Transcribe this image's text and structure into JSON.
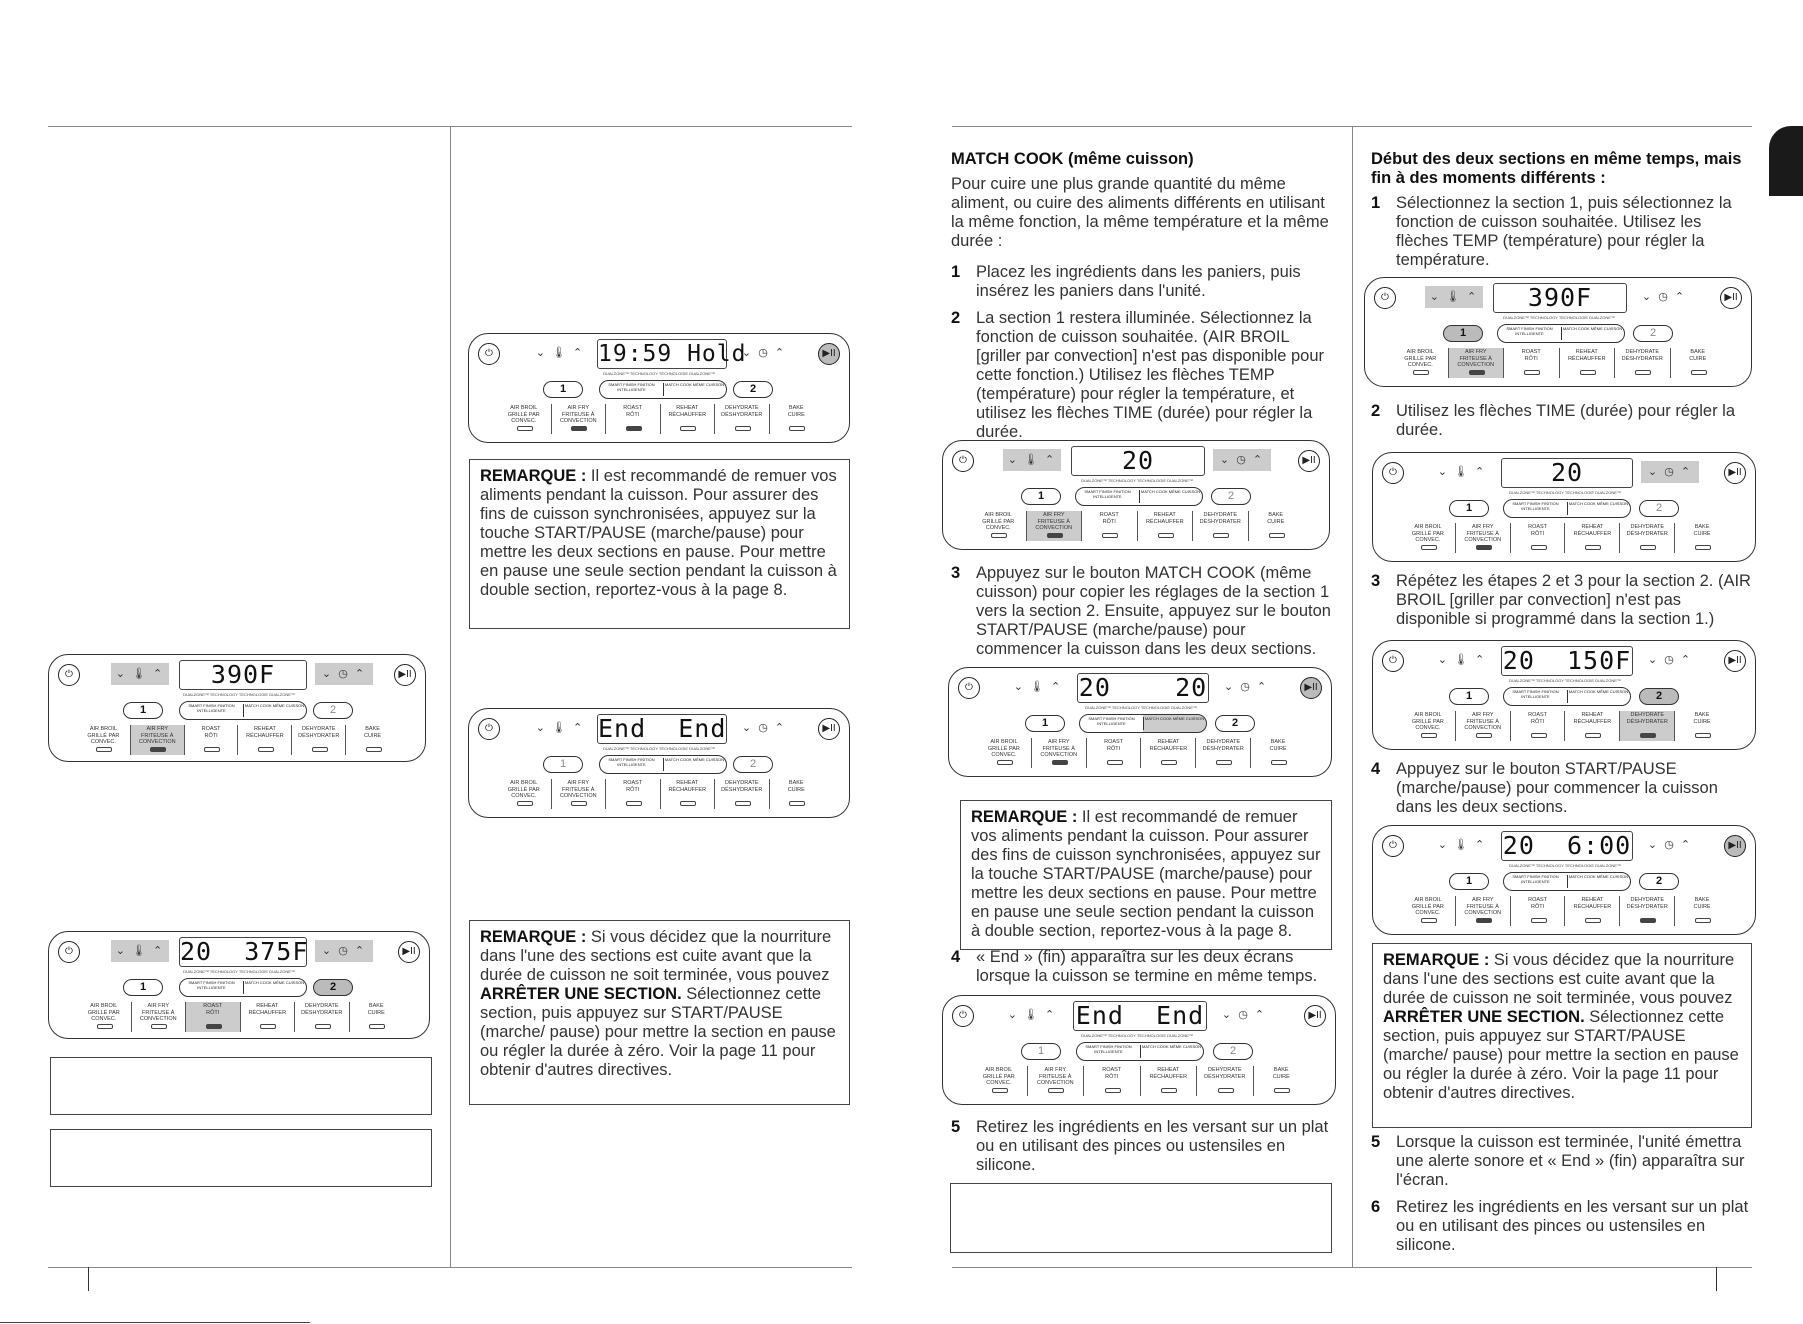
{
  "left_page": {
    "panel_a": {
      "display": "390F",
      "tech": "DUALZONE™ TECHNOLOGY TECHNOLOGIE DUALZONE™",
      "zone1": "1",
      "zone2": "2",
      "smart_finish": "SMART FINISH\nFINITION INTELLIGENTE",
      "match_cook": "MATCH COOK\nMÊME CUISSON",
      "functions": [
        "AIR BROIL\nGRILLÉ PAR\nCONVEC.",
        "AIR FRY\nFRITEUSE À\nCONVECTION",
        "ROAST\nRÔTI",
        "REHEAT\nRÉCHAUFFER",
        "DEHYDRATE\nDÉSHYDRATER",
        "BAKE\nCUIRE"
      ]
    },
    "panel_b": {
      "display": "20  375F"
    },
    "panel_c": {
      "display": "19:59 Hold"
    },
    "panel_d": {
      "display": "End  End"
    },
    "note1": {
      "label": "REMARQUE :",
      "text": " Il est recommandé de remuer vos aliments pendant la cuisson. Pour assurer des fins de cuisson synchronisées, appuyez sur la touche START/PAUSE (marche/pause) pour mettre les deux sections en pause. Pour mettre en pause une seule section pendant la cuisson à double section, reportez-vous à la page 8."
    },
    "note2": {
      "label": "REMARQUE :",
      "text_a": " Si vous décidez que la nourriture dans l'une des sections est cuite avant que la durée de cuisson ne soit terminée, vous pouvez ",
      "bold": "ARRÊTER UNE SECTION.",
      "text_b": " Sélectionnez cette section, puis appuyez sur START/PAUSE (marche/ pause) pour mettre la section en pause ou régler la durée à zéro. Voir la page 11 pour obtenir d'autres directives."
    }
  },
  "match_cook": {
    "heading": "MATCH COOK (même cuisson)",
    "intro": "Pour cuire une plus grande quantité du même aliment, ou cuire des aliments différents en utilisant la même fonction, la même température et la même durée :",
    "step1": {
      "num": "1",
      "text": "Placez les ingrédients dans les paniers, puis insérez les paniers dans l'unité."
    },
    "step2": {
      "num": "2",
      "text": "La section 1 restera illuminée. Sélectionnez la fonction de cuisson souhaitée. (AIR BROIL [griller par convection] n'est pas disponible pour cette fonction.) Utilisez les flèches TEMP (température) pour régler la température, et utilisez les flèches TIME (durée) pour régler la durée."
    },
    "panel1": {
      "display": "20"
    },
    "step3": {
      "num": "3",
      "text": "Appuyez sur le bouton MATCH COOK (même cuisson) pour copier les réglages de la section 1 vers la section 2. Ensuite, appuyez sur le bouton START/PAUSE (marche/pause) pour commencer la cuisson dans les deux sections."
    },
    "panel2": {
      "display": "20    20"
    },
    "note": {
      "label": "REMARQUE :",
      "text": " Il est recommandé de remuer vos aliments pendant la cuisson. Pour assurer des fins de cuisson synchronisées, appuyez sur la touche START/PAUSE (marche/pause) pour mettre les deux sections en pause. Pour mettre en pause une seule section pendant la cuisson à double section, reportez-vous à la page 8."
    },
    "step4": {
      "num": "4",
      "text": "« End » (fin) apparaîtra sur les deux écrans lorsque la cuisson se termine en même temps."
    },
    "panel3": {
      "display": "End  End"
    },
    "step5": {
      "num": "5",
      "text": "Retirez les ingrédients en les versant sur un plat ou en utilisant des pinces ou ustensiles en silicone."
    }
  },
  "diff_end": {
    "heading": "Début des deux sections en même temps, mais fin à des moments différents :",
    "step1": {
      "num": "1",
      "text": "Sélectionnez la section 1, puis sélectionnez la fonction de cuisson souhaitée. Utilisez les flèches TEMP (température) pour régler la température."
    },
    "panel1": {
      "display": "390F"
    },
    "step2": {
      "num": "2",
      "text": "Utilisez les flèches TIME (durée) pour régler la durée."
    },
    "panel2": {
      "display": "20"
    },
    "step3": {
      "num": "3",
      "text": "Répétez les étapes 2 et 3 pour la section 2. (AIR BROIL [griller par convection] n'est pas disponible si programmé dans la section 1.)"
    },
    "panel3": {
      "display": "20  150F"
    },
    "step4": {
      "num": "4",
      "text": "Appuyez sur le bouton START/PAUSE (marche/pause) pour commencer la cuisson dans les deux sections."
    },
    "panel4": {
      "display": "20  6:00"
    },
    "note": {
      "label": "REMARQUE :",
      "text_a": " Si vous décidez que la nourriture dans l'une des sections est cuite avant que la durée de cuisson ne soit terminée, vous pouvez ",
      "bold": "ARRÊTER UNE SECTION.",
      "text_b": " Sélectionnez cette section, puis appuyez sur START/PAUSE (marche/ pause) pour mettre la section en pause ou régler la durée à zéro. Voir la page 11 pour obtenir d'autres directives."
    },
    "step5": {
      "num": "5",
      "text": "Lorsque la cuisson est terminée, l'unité émettra une alerte sonore et « End » (fin) apparaîtra sur l'écran."
    },
    "step6": {
      "num": "6",
      "text": "Retirez les ingrédients en les versant sur un plat ou en utilisant des pinces ou ustensiles en silicone."
    }
  },
  "panel_common": {
    "power_icon": "⏻",
    "play_icon": "▶︎II",
    "temp_controls": "⌄ 🌡 ⌃",
    "time_controls": "⌄ ◷ ⌃"
  }
}
